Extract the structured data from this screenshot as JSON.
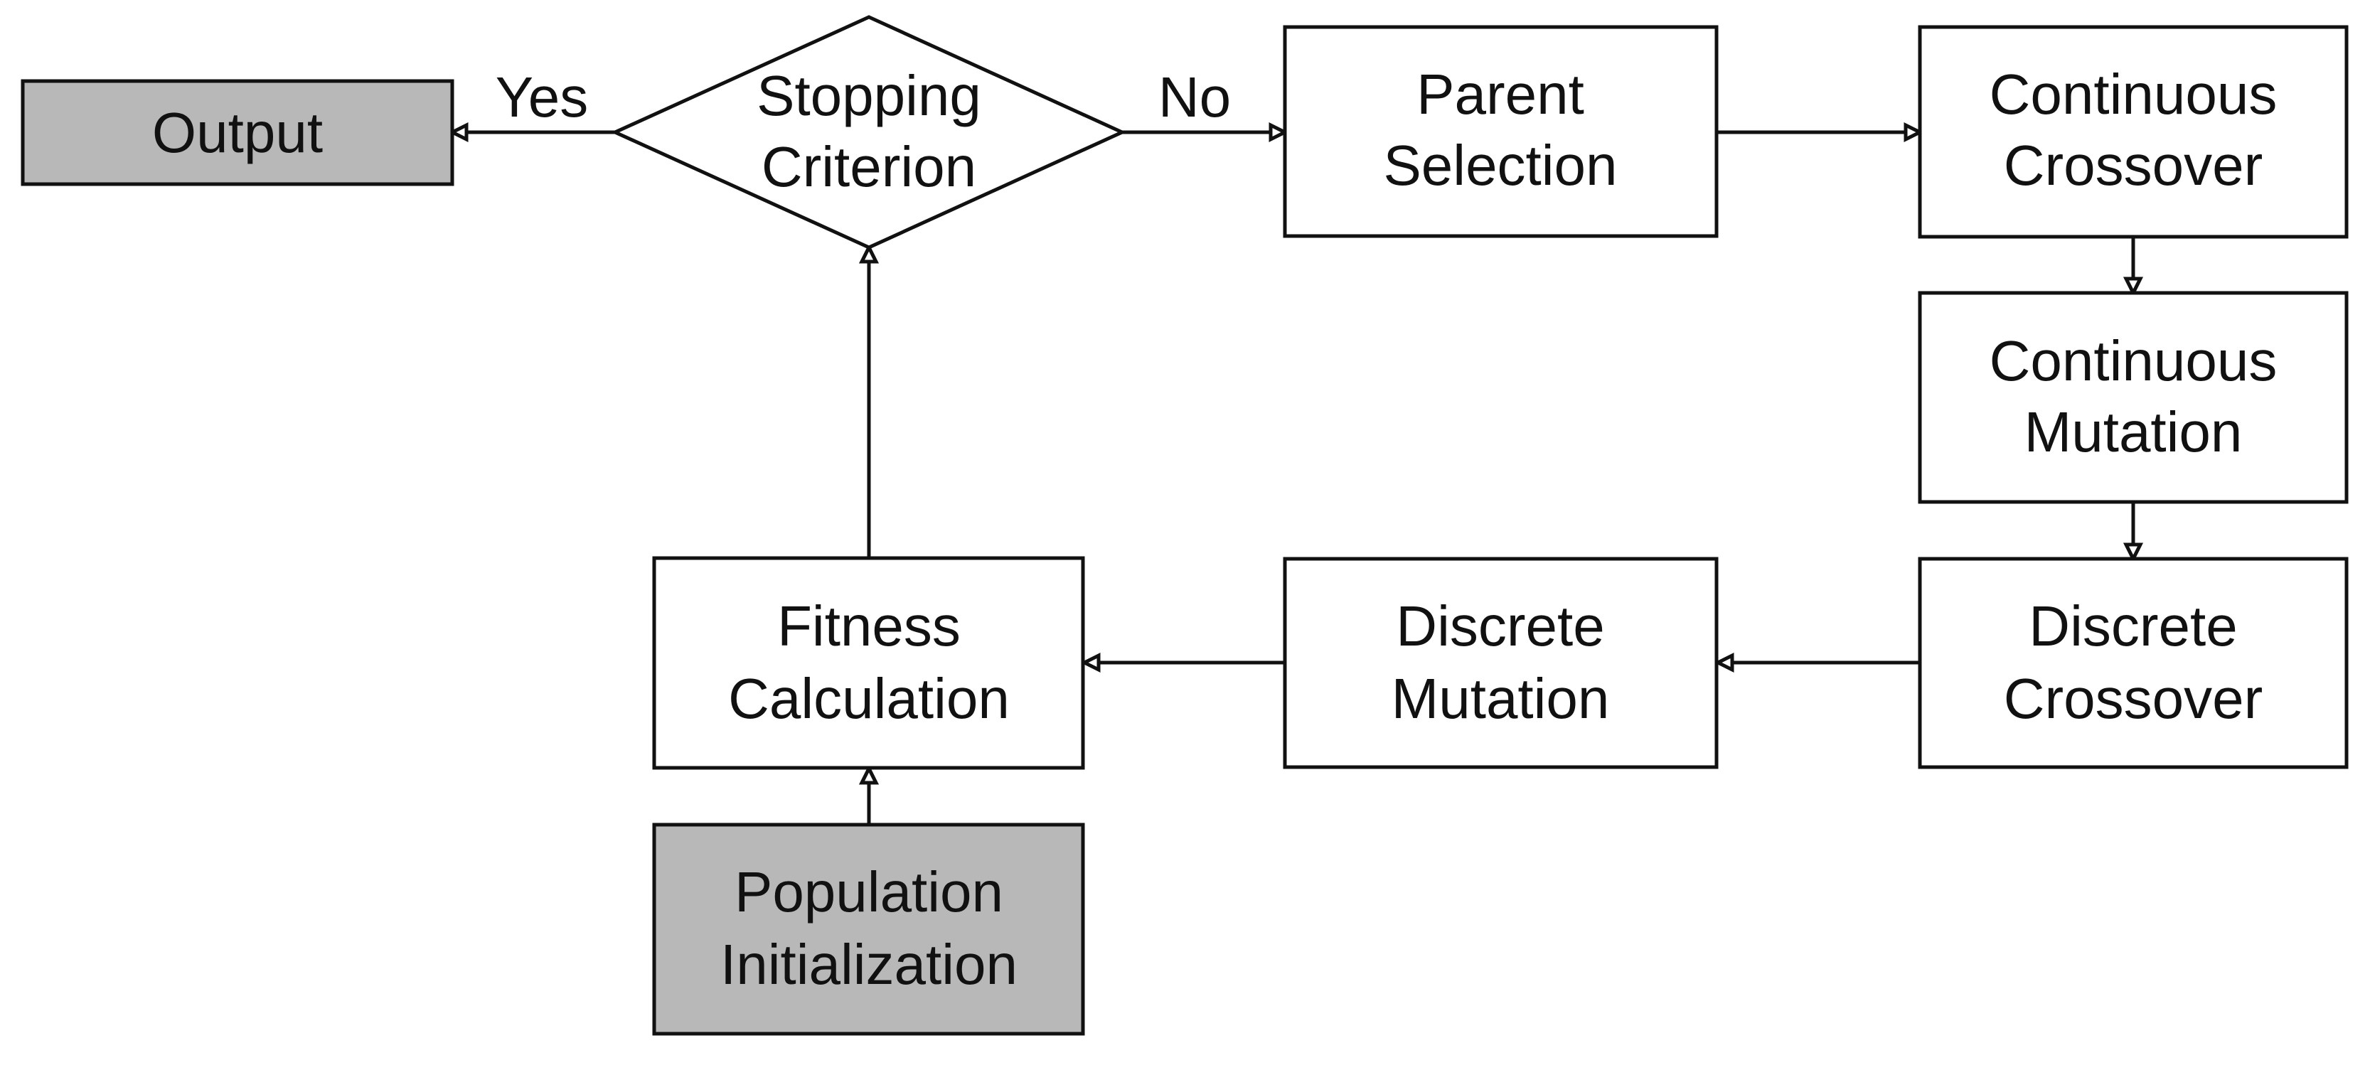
{
  "diagram": {
    "colors": {
      "stroke": "#111111",
      "terminal_fill": "#b8b8b8",
      "process_fill": "#ffffff",
      "background": "#ffffff"
    },
    "nodes": {
      "output": {
        "lines": [
          "Output"
        ],
        "shape": "terminal"
      },
      "stopping_criterion": {
        "lines": [
          "Stopping",
          "Criterion"
        ],
        "shape": "decision"
      },
      "parent_selection": {
        "lines": [
          "Parent",
          "Selection"
        ],
        "shape": "process"
      },
      "continuous_crossover": {
        "lines": [
          "Continuous",
          "Crossover"
        ],
        "shape": "process"
      },
      "continuous_mutation": {
        "lines": [
          "Continuous",
          "Mutation"
        ],
        "shape": "process"
      },
      "discrete_crossover": {
        "lines": [
          "Discrete",
          "Crossover"
        ],
        "shape": "process"
      },
      "discrete_mutation": {
        "lines": [
          "Discrete",
          "Mutation"
        ],
        "shape": "process"
      },
      "fitness_calculation": {
        "lines": [
          "Fitness",
          "Calculation"
        ],
        "shape": "process"
      },
      "population_initialization": {
        "lines": [
          "Population",
          "Initialization"
        ],
        "shape": "terminal"
      }
    },
    "edges": {
      "yes": {
        "from": "stopping_criterion",
        "to": "output",
        "label": "Yes"
      },
      "no": {
        "from": "stopping_criterion",
        "to": "parent_selection",
        "label": "No"
      },
      "select_to_ccross": {
        "from": "parent_selection",
        "to": "continuous_crossover",
        "label": ""
      },
      "ccross_to_cmut": {
        "from": "continuous_crossover",
        "to": "continuous_mutation",
        "label": ""
      },
      "cmut_to_dcross": {
        "from": "continuous_mutation",
        "to": "discrete_crossover",
        "label": ""
      },
      "dcross_to_dmut": {
        "from": "discrete_crossover",
        "to": "discrete_mutation",
        "label": ""
      },
      "dmut_to_fitness": {
        "from": "discrete_mutation",
        "to": "fitness_calculation",
        "label": ""
      },
      "init_to_fitness": {
        "from": "population_initialization",
        "to": "fitness_calculation",
        "label": ""
      },
      "fitness_to_stop": {
        "from": "fitness_calculation",
        "to": "stopping_criterion",
        "label": ""
      }
    }
  }
}
